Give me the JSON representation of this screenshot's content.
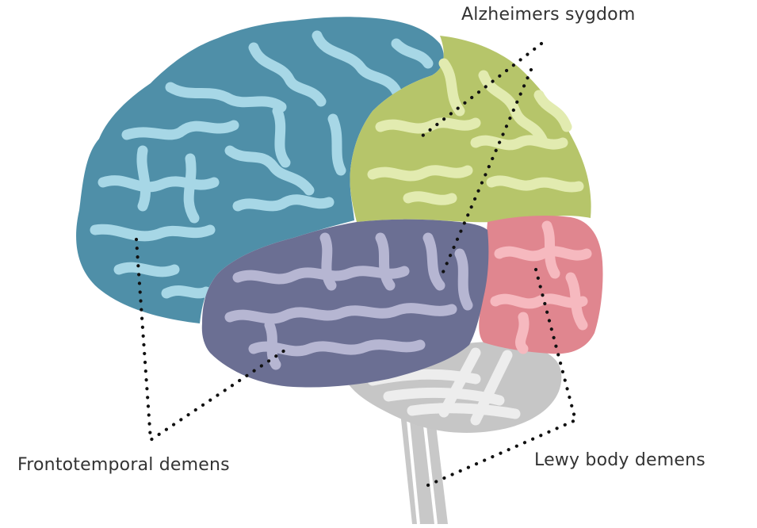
{
  "labels": {
    "alzheimers": "Alzheimers sygdom",
    "frontotemporal": "Frontotemporal demens",
    "lewy": "Lewy body demens"
  },
  "regions": [
    {
      "name": "frontal-lobe",
      "fill": "#4f8fa8",
      "highlight": "#a7d7e6"
    },
    {
      "name": "parietal-lobe",
      "fill": "#b6c56a",
      "highlight": "#e2ebb0"
    },
    {
      "name": "temporal-lobe",
      "fill": "#6b6f93",
      "highlight": "#b6b6d2"
    },
    {
      "name": "occipital-lobe",
      "fill": "#e0868f",
      "highlight": "#f6b9bf"
    },
    {
      "name": "cerebellum-brainstem",
      "fill": "#c6c6c6",
      "highlight": "#ececec"
    }
  ],
  "dotted_line_color": "#111111"
}
